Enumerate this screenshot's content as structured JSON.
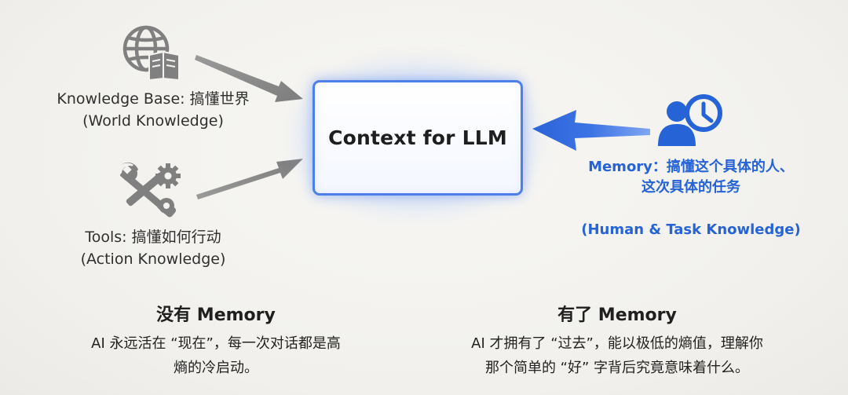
{
  "knowledge_base": {
    "icon": "globe-book-icon",
    "line1": "Knowledge Base: 搞懂世界",
    "line2": "(World Knowledge)"
  },
  "tools": {
    "icon": "wrench-gear-icon",
    "line1": "Tools: 搞懂如何行动",
    "line2": "(Action Knowledge)"
  },
  "context": {
    "label": "Context for LLM"
  },
  "memory": {
    "icon": "user-clock-icon",
    "line1": "Memory：搞懂这个具体的人、",
    "line2": "这次具体的任务",
    "line3": "(Human & Task Knowledge)"
  },
  "without_memory": {
    "heading": "没有 Memory",
    "line1": "AI 永远活在 “现在”，每一次对话都是高",
    "line2": "熵的冷启动。"
  },
  "with_memory": {
    "heading": "有了 Memory",
    "line1": "AI 才拥有了 “过去”，能以极低的熵值，理解你",
    "line2": "那个简单的 “好” 字背后究竟意味着什么。"
  },
  "colors": {
    "accent_blue": "#2563d6",
    "box_border": "#4d7fe6",
    "arrow_gray": "#8a8a8a",
    "icon_gray": "#808080"
  }
}
